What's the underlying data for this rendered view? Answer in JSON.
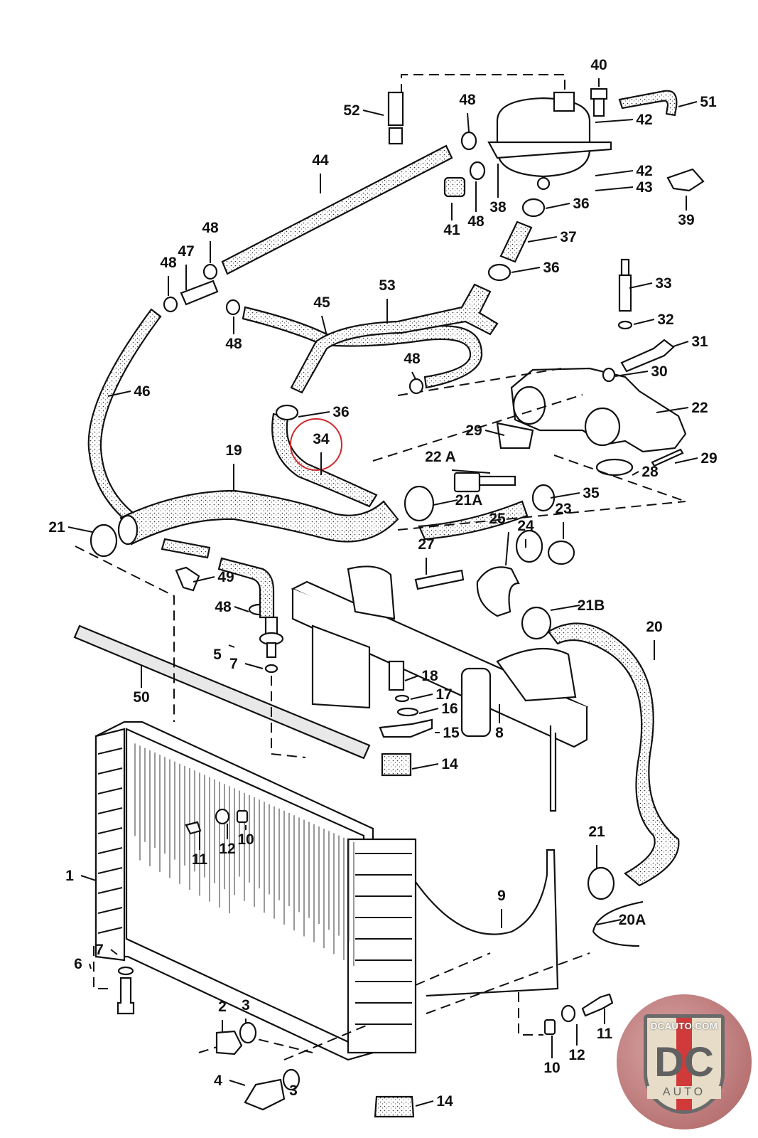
{
  "diagram": {
    "title": "Cooling system radiator and hoses exploded parts diagram",
    "highlight": {
      "label": "34",
      "color": "#d0282a"
    },
    "callouts": [
      {
        "id": "40",
        "label": "40"
      },
      {
        "id": "51",
        "label": "51"
      },
      {
        "id": "52",
        "label": "52"
      },
      {
        "id": "48a",
        "label": "48"
      },
      {
        "id": "42a",
        "label": "42"
      },
      {
        "id": "44",
        "label": "44"
      },
      {
        "id": "42b",
        "label": "42"
      },
      {
        "id": "43",
        "label": "43"
      },
      {
        "id": "41",
        "label": "41"
      },
      {
        "id": "48b",
        "label": "48"
      },
      {
        "id": "38",
        "label": "38"
      },
      {
        "id": "36a",
        "label": "36"
      },
      {
        "id": "39",
        "label": "39"
      },
      {
        "id": "48c",
        "label": "48"
      },
      {
        "id": "37",
        "label": "37"
      },
      {
        "id": "47",
        "label": "47"
      },
      {
        "id": "48d",
        "label": "48"
      },
      {
        "id": "36b",
        "label": "36"
      },
      {
        "id": "33",
        "label": "33"
      },
      {
        "id": "53",
        "label": "53"
      },
      {
        "id": "45",
        "label": "45"
      },
      {
        "id": "32",
        "label": "32"
      },
      {
        "id": "48e",
        "label": "48"
      },
      {
        "id": "31",
        "label": "31"
      },
      {
        "id": "48f",
        "label": "48"
      },
      {
        "id": "30",
        "label": "30"
      },
      {
        "id": "46",
        "label": "46"
      },
      {
        "id": "36c",
        "label": "36"
      },
      {
        "id": "22",
        "label": "22"
      },
      {
        "id": "34",
        "label": "34"
      },
      {
        "id": "29a",
        "label": "29"
      },
      {
        "id": "22A",
        "label": "22 A"
      },
      {
        "id": "29b",
        "label": "29"
      },
      {
        "id": "19",
        "label": "19"
      },
      {
        "id": "28",
        "label": "28"
      },
      {
        "id": "21A",
        "label": "21A"
      },
      {
        "id": "35",
        "label": "35"
      },
      {
        "id": "21a",
        "label": "21"
      },
      {
        "id": "23",
        "label": "23"
      },
      {
        "id": "24",
        "label": "24"
      },
      {
        "id": "27",
        "label": "27"
      },
      {
        "id": "25",
        "label": "25"
      },
      {
        "id": "49",
        "label": "49"
      },
      {
        "id": "21B",
        "label": "21B"
      },
      {
        "id": "48g",
        "label": "48"
      },
      {
        "id": "20",
        "label": "20"
      },
      {
        "id": "5",
        "label": "5"
      },
      {
        "id": "7a",
        "label": "7"
      },
      {
        "id": "18",
        "label": "18"
      },
      {
        "id": "50",
        "label": "50"
      },
      {
        "id": "17",
        "label": "17"
      },
      {
        "id": "16",
        "label": "16"
      },
      {
        "id": "15",
        "label": "15"
      },
      {
        "id": "8",
        "label": "8"
      },
      {
        "id": "14a",
        "label": "14"
      },
      {
        "id": "11a",
        "label": "11"
      },
      {
        "id": "12a",
        "label": "12"
      },
      {
        "id": "10a",
        "label": "10"
      },
      {
        "id": "21b",
        "label": "21"
      },
      {
        "id": "1",
        "label": "1"
      },
      {
        "id": "9",
        "label": "9"
      },
      {
        "id": "20A",
        "label": "20A"
      },
      {
        "id": "7b",
        "label": "7"
      },
      {
        "id": "6",
        "label": "6"
      },
      {
        "id": "2",
        "label": "2"
      },
      {
        "id": "3a",
        "label": "3"
      },
      {
        "id": "11b",
        "label": "11"
      },
      {
        "id": "12b",
        "label": "12"
      },
      {
        "id": "10b",
        "label": "10"
      },
      {
        "id": "4",
        "label": "4"
      },
      {
        "id": "3b",
        "label": "3"
      },
      {
        "id": "14b",
        "label": "14"
      }
    ]
  },
  "logo": {
    "site": "DCAUTO.COM",
    "mark": "DC",
    "word": "AUTO"
  }
}
